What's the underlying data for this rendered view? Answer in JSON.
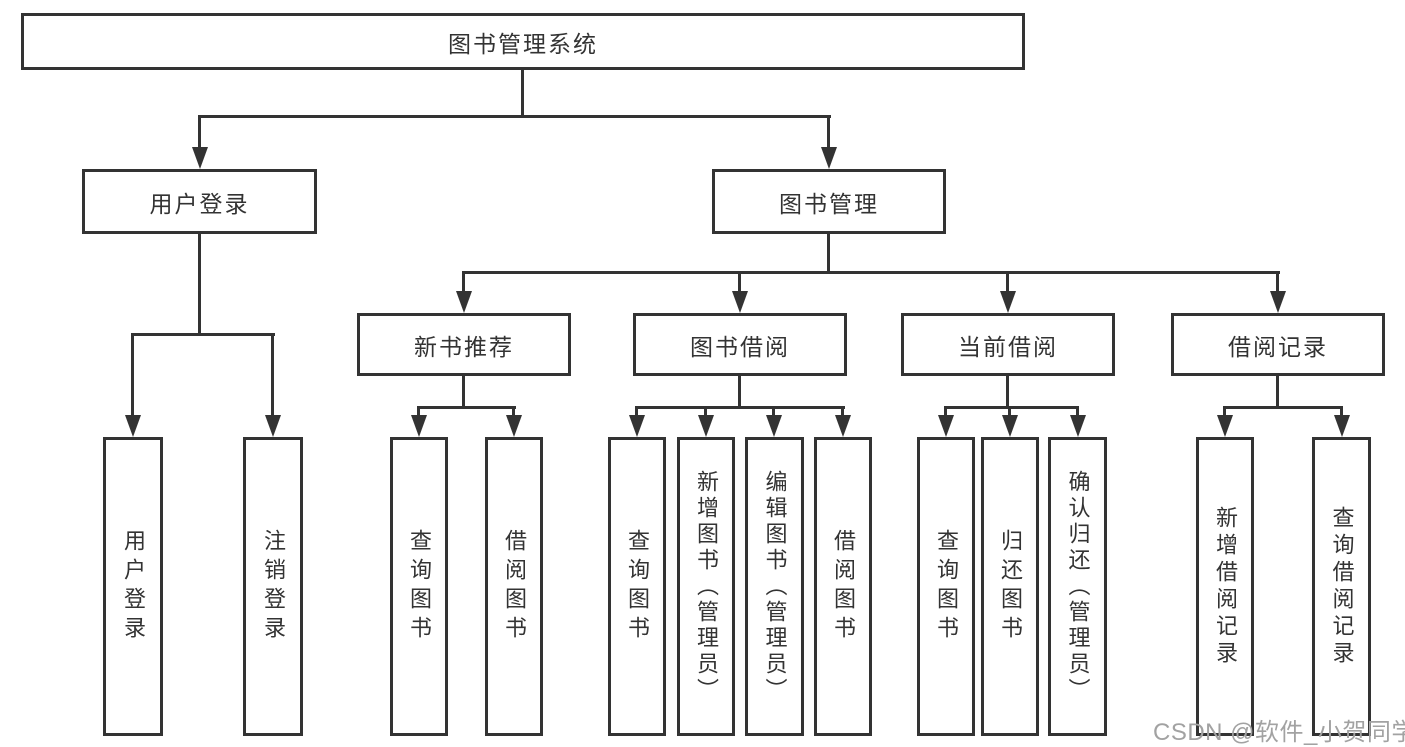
{
  "diagram": {
    "root": {
      "label": "图书管理系统"
    },
    "login": {
      "label": "用户登录",
      "children": [
        {
          "label": "用户登录"
        },
        {
          "label": "注销登录"
        }
      ]
    },
    "management": {
      "label": "图书管理",
      "sections": [
        {
          "label": "新书推荐",
          "children": [
            {
              "label": "查询图书"
            },
            {
              "label": "借阅图书"
            }
          ]
        },
        {
          "label": "图书借阅",
          "children": [
            {
              "label": "查询图书"
            },
            {
              "label": "新增图书（管理员）"
            },
            {
              "label": "编辑图书（管理员）"
            },
            {
              "label": "借阅图书"
            }
          ]
        },
        {
          "label": "当前借阅",
          "children": [
            {
              "label": "查询图书"
            },
            {
              "label": "归还图书"
            },
            {
              "label": "确认归还（管理员）"
            }
          ]
        },
        {
          "label": "借阅记录",
          "children": [
            {
              "label": "新增借阅记录"
            },
            {
              "label": "查询借阅记录"
            }
          ]
        }
      ]
    },
    "watermark": "CSDN @软件_小贺同学"
  }
}
